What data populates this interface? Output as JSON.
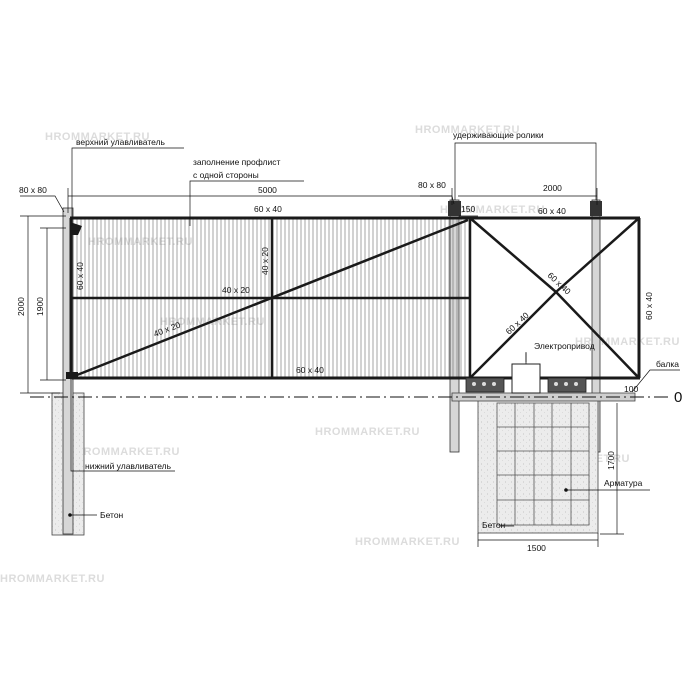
{
  "labels": {
    "top_catcher": "верхний улавливатель",
    "infill_line1": "заполнение профлист",
    "infill_line2": "с одной стороны",
    "holding_rollers": "удерживающие ролики",
    "post_left": "80 x 80",
    "post_right": "80 x 80",
    "span_leaf": "5000",
    "span_tail": "2000",
    "top_rail": "60 x 40",
    "tail_top_rail": "60 x 40",
    "left_stile": "60 x 40",
    "mid_vertical": "40 x 20",
    "mid_rail": "40 x 20",
    "diagonal": "40 x 20",
    "bottom_rail": "60 x 40",
    "tail_diag_a": "60 x 40",
    "tail_diag_b": "60 x 40",
    "tail_end_post": "60 x 40",
    "height_total": "2000",
    "height_leaf": "1900",
    "gap": "150",
    "drive": "Электропривод",
    "beam": "балка",
    "beam_size": "100",
    "zero_level": "0",
    "bottom_catcher": "нижний улавливатель",
    "concrete_left": "Бетон",
    "concrete_right": "Бетон",
    "rebar": "Арматура",
    "foundation_depth": "1700",
    "foundation_width": "1500"
  },
  "watermark": "HROMMARKET.RU",
  "colors": {
    "frame": "#1a1a1a",
    "sheet": "#555555",
    "concrete": "#e6e6e6",
    "post_fill": "#d0d0d0"
  }
}
